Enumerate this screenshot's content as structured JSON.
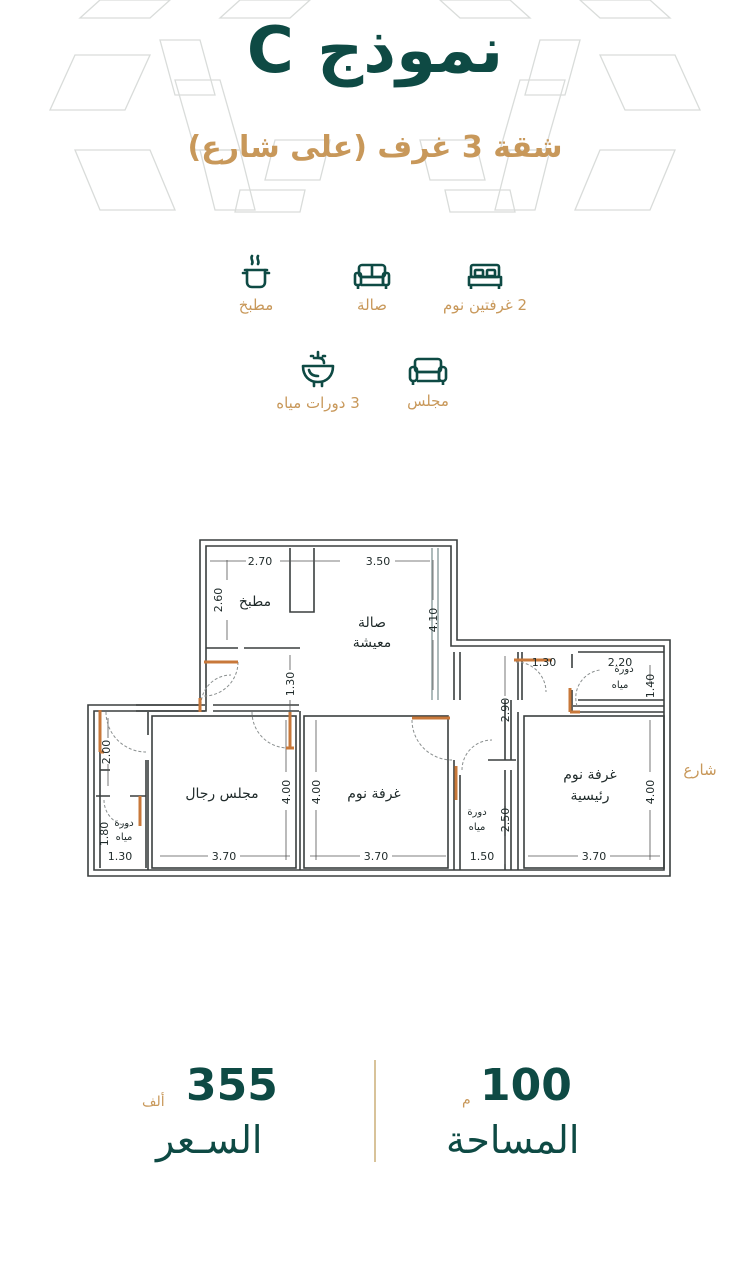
{
  "header": {
    "title": "نموذج C",
    "subtitle": "شقة 3 غرف (على شارع)"
  },
  "features": [
    {
      "icon": "bed-icon",
      "label": "2 غرفتين نوم"
    },
    {
      "icon": "sofa-icon",
      "label": "صالة"
    },
    {
      "icon": "kitchen-pot-icon",
      "label": "مطبخ"
    },
    {
      "icon": "armchair-icon",
      "label": "مجلس"
    },
    {
      "icon": "sink-icon",
      "label": "3 دورات مياه"
    }
  ],
  "plan": {
    "rooms": {
      "kitchen": "مطبخ",
      "living_1": "صالة",
      "living_2": "معيشة",
      "majlis": "مجلس رجال",
      "bedroom": "غرفة نوم",
      "master_1": "غرفة نوم",
      "master_2": "رئيسية",
      "wc_top_1": "دورة",
      "wc_top_2": "مياه",
      "wc_mid_1": "دورة",
      "wc_mid_2": "مياه",
      "wc_left_1": "دورة",
      "wc_left_2": "مياه",
      "street": "شارع"
    },
    "dims": {
      "kitchen_w": "2.70",
      "living_w": "3.50",
      "kitchen_h": "2.60",
      "living_h": "4.10",
      "corridor_h": "1.30",
      "majlis_h": "4.00",
      "bedroom_h": "4.00",
      "master_h": "4.00",
      "left_h": "2.00",
      "left_wc_h": "1.80",
      "mid_top_h": "2.90",
      "mid_wc_h": "2.50",
      "wc_top_w1": "1.30",
      "wc_top_w2": "2.20",
      "wc_top_h": "1.40",
      "bottom_1": "1.30",
      "bottom_2": "3.70",
      "bottom_3": "3.70",
      "bottom_4": "1.50",
      "bottom_5": "3.70"
    }
  },
  "stats": {
    "price_value": "355",
    "price_unit": "ألف",
    "price_label": "السـعر",
    "area_value": "100",
    "area_unit": "م",
    "area_label": "المساحة"
  },
  "colors": {
    "primary": "#0e4a44",
    "accent": "#c8985a",
    "door": "#c8783a"
  }
}
